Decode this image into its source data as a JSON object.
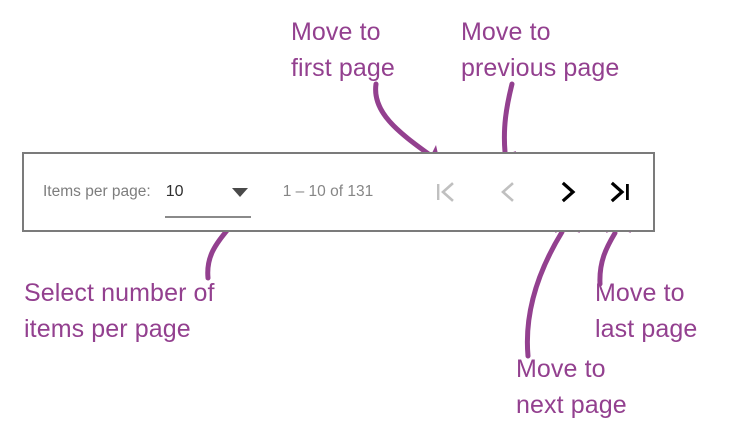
{
  "paginator": {
    "items_per_page_label": "Items per page:",
    "items_per_page_value": "10",
    "range_label": "1 – 10 of 131",
    "buttons": {
      "first": "first-page",
      "previous": "previous-page",
      "next": "next-page",
      "last": "last-page"
    },
    "states": {
      "first": "disabled",
      "previous": "disabled",
      "next": "enabled",
      "last": "enabled"
    }
  },
  "annotations": {
    "first_page": "Move to\nfirst page",
    "previous_page": "Move to\nprevious page",
    "select_items": "Select number of\nitems per page",
    "last_page": "Move to\nlast page",
    "next_page": "Move to\nnext page"
  },
  "colors": {
    "annotation": "#93408f",
    "box_border": "#7b7b7b",
    "label_text": "#7d7d7d",
    "range_text": "#868686",
    "icon_disabled": "#c0c0c0",
    "icon_enabled": "#000000",
    "select_underline": "#8a8a8a"
  }
}
